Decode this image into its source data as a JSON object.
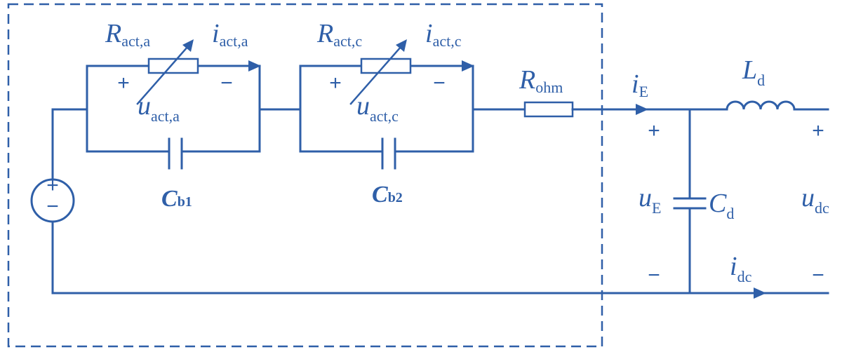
{
  "labels": {
    "r_act_a": {
      "main": "R",
      "sub": "act,a"
    },
    "i_act_a": {
      "main": "i",
      "sub": "act,a"
    },
    "u_act_a": {
      "main": "u",
      "sub": "act,a"
    },
    "r_act_c": {
      "main": "R",
      "sub": "act,c"
    },
    "i_act_c": {
      "main": "i",
      "sub": "act,c"
    },
    "u_act_c": {
      "main": "u",
      "sub": "act,c"
    },
    "r_ohm": {
      "main": "R",
      "sub": "ohm"
    },
    "c_b1": {
      "main": "C",
      "sub": "b1"
    },
    "c_b2": {
      "main": "C",
      "sub": "b2"
    },
    "i_e": {
      "main": "i",
      "sub": "E"
    },
    "l_d": {
      "main": "L",
      "sub": "d"
    },
    "u_e": {
      "main": "u",
      "sub": "E"
    },
    "c_d": {
      "main": "C",
      "sub": "d"
    },
    "u_dc": {
      "main": "u",
      "sub": "dc"
    },
    "i_dc": {
      "main": "i",
      "sub": "dc"
    }
  },
  "signs": {
    "plus": "+",
    "minus": "−"
  }
}
